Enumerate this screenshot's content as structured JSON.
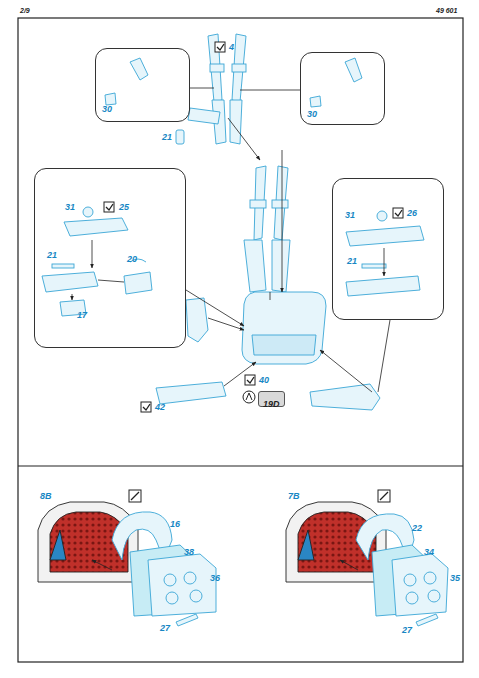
{
  "diagram": {
    "nodes": [
      {
        "text": [
          "30"
        ]
      },
      {
        "text": [
          "30"
        ]
      },
      {
        "text": [
          "31",
          "25",
          "21",
          "20",
          "17"
        ]
      },
      {
        "text": [
          "31",
          "26",
          "21"
        ]
      },
      {
        "text": [
          "19D"
        ]
      }
    ],
    "labels": [
      "2/9",
      "49 601",
      "4",
      "21",
      "40",
      "42",
      "8B",
      "16",
      "38",
      "36",
      "27",
      "7B",
      "22",
      "34",
      "35",
      "27"
    ]
  }
}
